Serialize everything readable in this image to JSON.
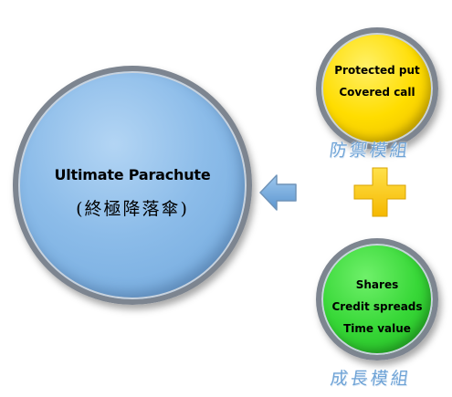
{
  "diagram": {
    "main": {
      "title": "Ultimate Parachute",
      "subtitle": "(終極降落傘)"
    },
    "defense_module": {
      "items": [
        "Protected put",
        "Covered call"
      ],
      "label": "防禦模組",
      "color": "#ffdd00"
    },
    "growth_module": {
      "items": [
        "Shares",
        "Credit spreads",
        "Time value"
      ],
      "label": "成長模組",
      "color": "#38d838"
    },
    "main_color": "#8cbce9",
    "arrow_color": "#6fa7dc",
    "plus_color": "#ffcc00",
    "label_color": "#6fa3d6"
  }
}
